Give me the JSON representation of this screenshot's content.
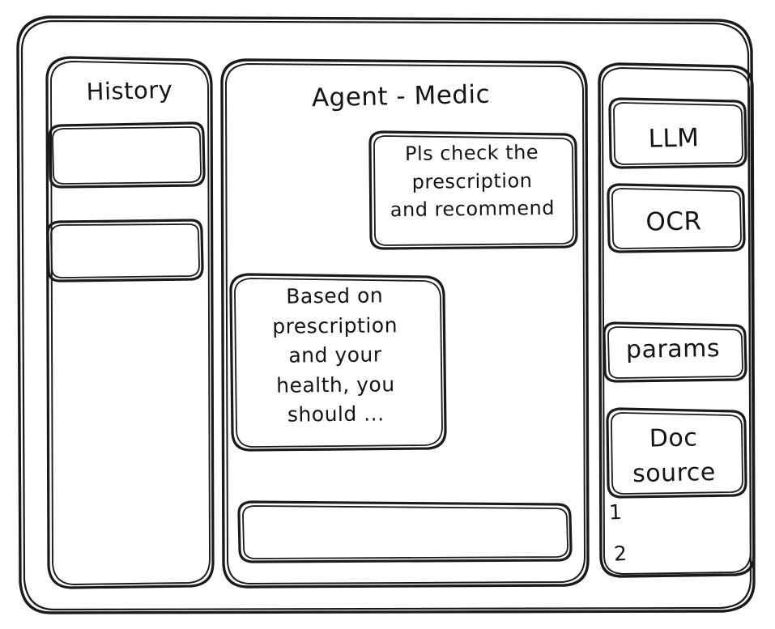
{
  "meta": {
    "style": "hand-drawn wireframe sketch",
    "stroke_color": "#1a1a1a",
    "background_color": "#ffffff"
  },
  "history_panel": {
    "title": "History",
    "items": [
      {
        "label": ""
      },
      {
        "label": ""
      }
    ]
  },
  "chat_panel": {
    "title": "Agent - Medic",
    "messages": [
      {
        "role": "user",
        "align": "right",
        "text": "Pls check the\nprescription\nand recommend"
      },
      {
        "role": "agent",
        "align": "left",
        "text": "Based on\nprescription\nand your\nhealth, you\nshould ..."
      }
    ],
    "composer": {
      "value": "",
      "placeholder": ""
    }
  },
  "tools_panel": {
    "cards": [
      {
        "label": "LLM"
      },
      {
        "label": "OCR"
      },
      {
        "label": "params"
      },
      {
        "label": "Doc\nsource"
      }
    ],
    "sources": [
      {
        "label": "1"
      },
      {
        "label": "2"
      }
    ]
  }
}
